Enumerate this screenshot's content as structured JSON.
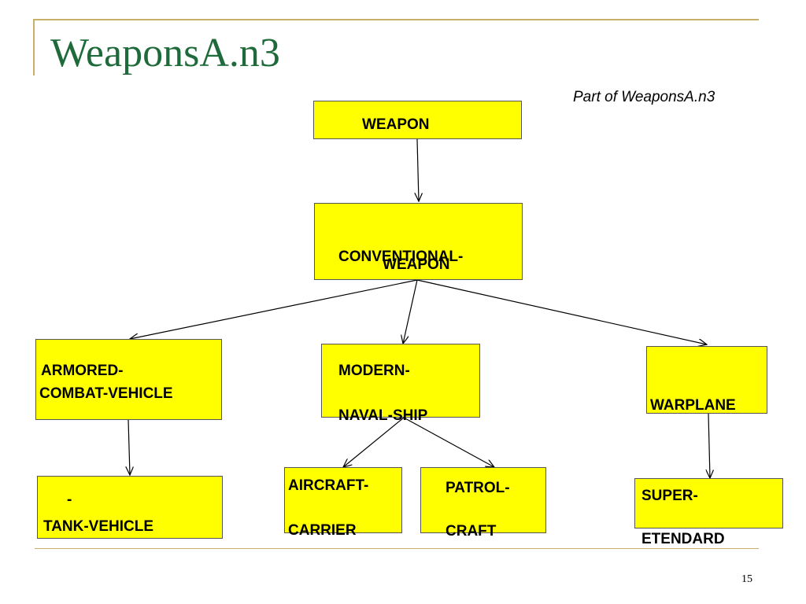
{
  "slide": {
    "title": "WeaponsA.n3",
    "subtitle": "Part of WeaponsA.n3",
    "page_number": "15"
  },
  "nodes": {
    "weapon": "WEAPON",
    "conventional_weapon": [
      "CONVENTIONAL-",
      "WEAPON"
    ],
    "armored_combat_vehicle": [
      "ARMORED-",
      "COMBAT-VEHICLE"
    ],
    "modern_naval_ship": [
      "MODERN-",
      "NAVAL-SHIP"
    ],
    "warplane": "WARPLANE",
    "tank_vehicle": [
      "-",
      "TANK-VEHICLE"
    ],
    "aircraft_carrier": [
      "AIRCRAFT-",
      "CARRIER"
    ],
    "patrol_craft": [
      "PATROL-",
      "CRAFT"
    ],
    "super_etendard": [
      "SUPER-",
      "ETENDARD"
    ]
  },
  "colors": {
    "box_fill": "#ffff00",
    "title": "#1e6a3a",
    "frame": "#c8b068"
  }
}
